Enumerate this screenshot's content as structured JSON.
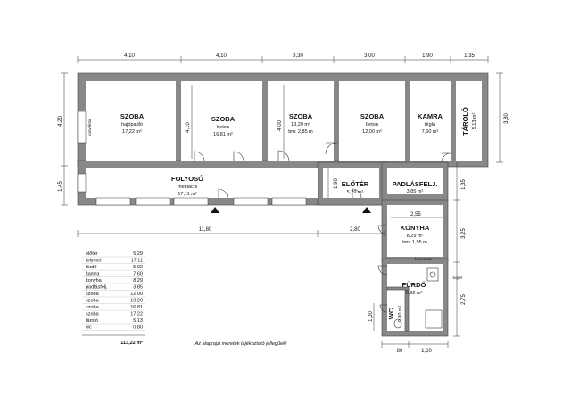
{
  "dims": {
    "top": [
      "4,10",
      "4,10",
      "3,30",
      "3,00",
      "1,90",
      "1,35"
    ],
    "left_upper": "4,20",
    "left_lower": "1,45",
    "right_upper": "3,80",
    "right_mid": "1,35",
    "right_kitchen": "3,25",
    "right_bath": "2,75",
    "bottom_main": "11,80",
    "bottom_short": "2,80",
    "bottom_left_small": "80",
    "bottom_right_small": "1,60",
    "inner_410": "4,10",
    "inner_400": "4,00",
    "inner_190": "1,90",
    "inner_255": "2,55",
    "inner_100": "1,00"
  },
  "rooms": {
    "szoba1": {
      "name": "SZOBA",
      "sub": "hajópadló",
      "area": "17,22 m²"
    },
    "szoba2": {
      "name": "SZOBA",
      "sub": "beton",
      "area": "16,81 m²"
    },
    "szoba3": {
      "name": "SZOBA",
      "sub": "13,20 m²",
      "area": "bm: 2,85 m"
    },
    "szoba4": {
      "name": "SZOBA",
      "sub": "beton",
      "area": "12,00 m²"
    },
    "kamra": {
      "name": "KAMRA",
      "sub": "tégla",
      "area": "7,60 m²"
    },
    "tarolo": {
      "name": "TÁROLÓ",
      "area": "5,13 m²"
    },
    "folyoso": {
      "name": "FOLYOSÓ",
      "sub": "mettlachi",
      "area": "17,11 m²"
    },
    "eloter": {
      "name": "ELŐTÉR",
      "area": "5,29 m²"
    },
    "padlasfelj": {
      "name": "PADLÁSFELJ.",
      "area": "3,85 m²"
    },
    "konyha": {
      "name": "KONYHA",
      "sub": "8,29 m²",
      "area": "bm: 1,95 m"
    },
    "furdo": {
      "name": "FÜRDŐ",
      "area": "5,92 m²"
    },
    "wc": {
      "name": "WC",
      "area": "0,80 m²"
    }
  },
  "labels": {
    "konvektor1": "konvektor",
    "konvektor2": "konvektor",
    "bojler": "bojler"
  },
  "area_table": [
    {
      "name": "előtér",
      "value": "5,29"
    },
    {
      "name": "folyosó",
      "value": "17,11"
    },
    {
      "name": "fürdő",
      "value": "5,92"
    },
    {
      "name": "kamra",
      "value": "7,60"
    },
    {
      "name": "konyha",
      "value": "8,29"
    },
    {
      "name": "padlásfelj.",
      "value": "3,85"
    },
    {
      "name": "szoba",
      "value": "12,00"
    },
    {
      "name": "szoba",
      "value": "13,20"
    },
    {
      "name": "szoba",
      "value": "16,81"
    },
    {
      "name": "szoba",
      "value": "17,22"
    },
    {
      "name": "tároló",
      "value": "5,13"
    },
    {
      "name": "wc",
      "value": "0,80"
    }
  ],
  "area_total": "113,22 m²",
  "note": "Az alaprajzi méretek tájékoztató jellegűek!"
}
